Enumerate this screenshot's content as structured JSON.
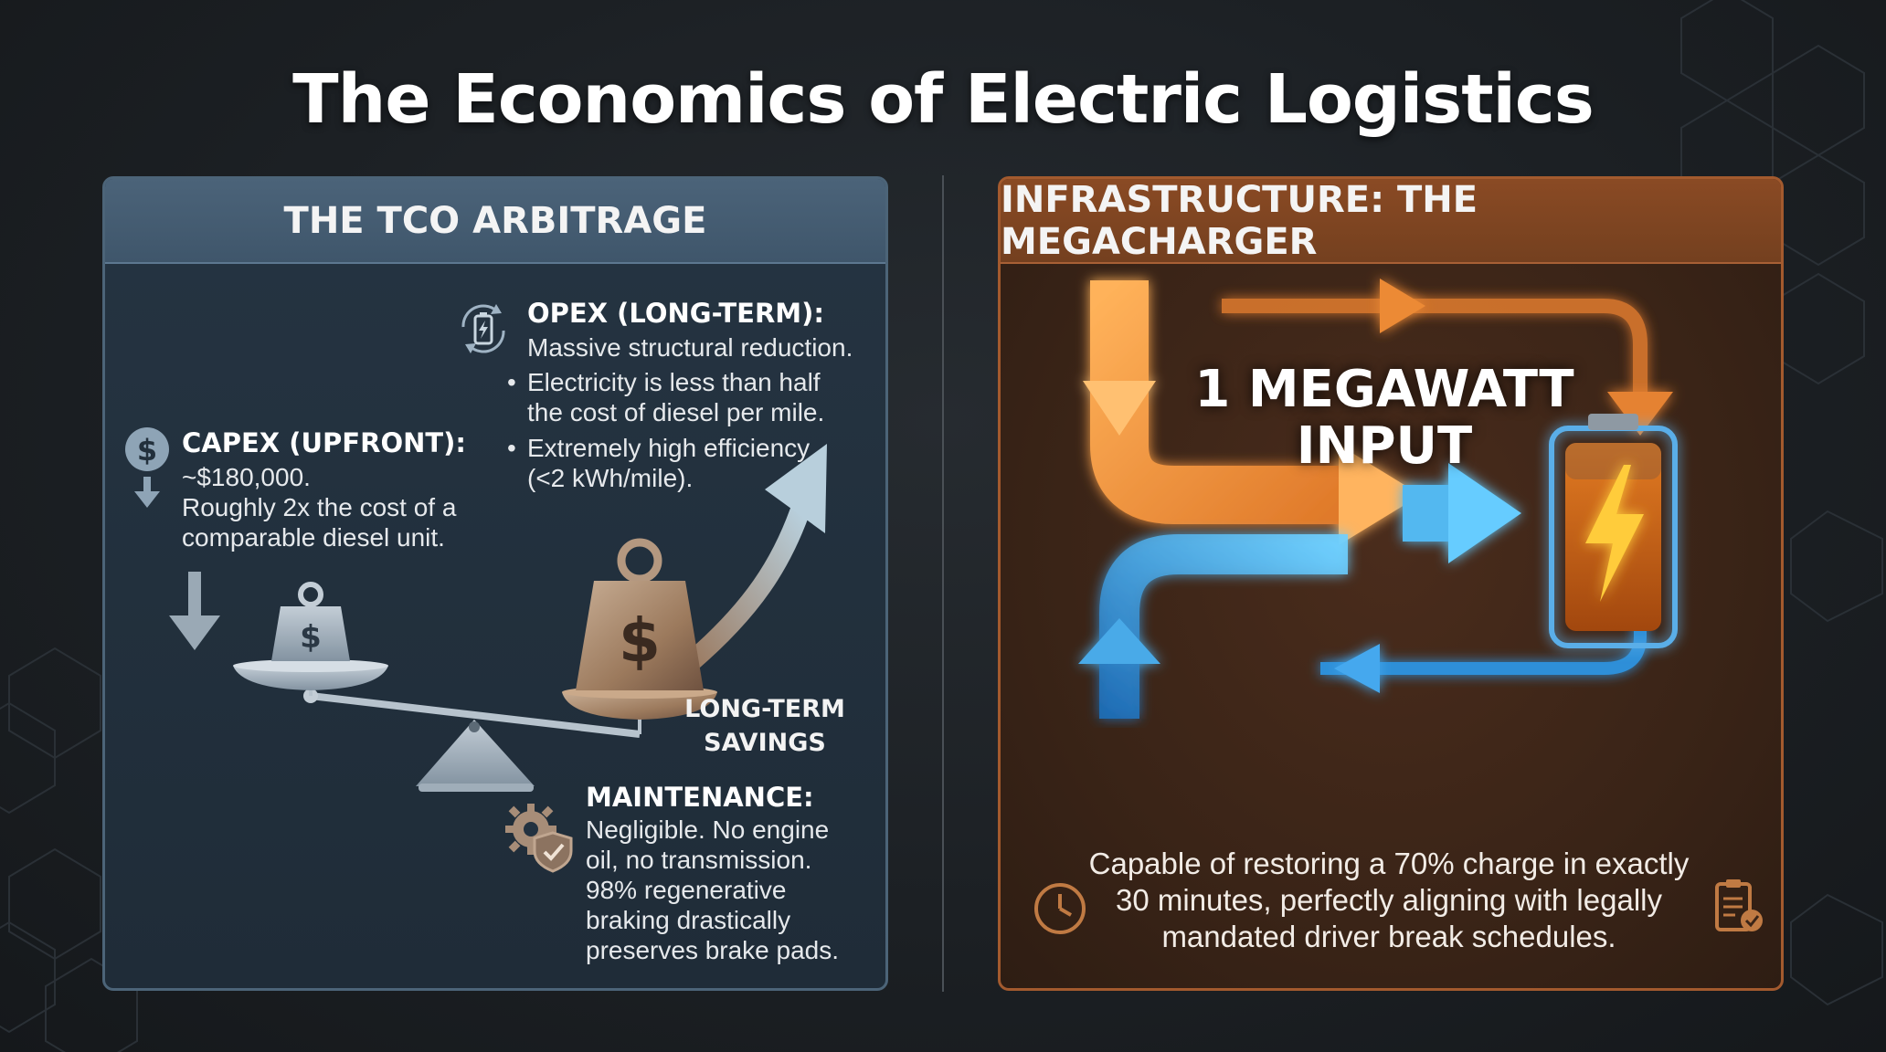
{
  "title": "The Economics of Electric Logistics",
  "left_panel": {
    "header": "THE TCO ARBITRAGE",
    "capex": {
      "title": "CAPEX (UPFRONT):",
      "lines": [
        "~$180,000.",
        "Roughly 2x the cost of a",
        "comparable diesel unit."
      ]
    },
    "opex": {
      "title": "OPEX (LONG-TERM):",
      "text": "Massive structural reduction.",
      "bullets": [
        [
          "Electricity is less than half",
          "the cost of diesel per mile."
        ],
        [
          "Extremely high efficiency",
          "(<2 kWh/mile)."
        ]
      ]
    },
    "savings": [
      "LONG-TERM",
      "SAVINGS"
    ],
    "maintenance": {
      "title": "MAINTENANCE:",
      "lines": [
        "Negligible. No engine",
        "oil, no transmission.",
        "98% regenerative",
        "braking drastically",
        "preserves brake pads."
      ]
    },
    "weight_symbol": "$",
    "icons": [
      "dollar-coin-icon",
      "down-arrow-icon",
      "battery-cycle-icon",
      "weight-icon",
      "seesaw-scale-icon",
      "upward-trend-arrow-icon",
      "gear-shield-icon"
    ]
  },
  "right_panel": {
    "header": "INFRASTRUCTURE: THE MEGACHARGER",
    "input_label": [
      "1 MEGAWATT",
      "INPUT"
    ],
    "caption": [
      "Capable of restoring a 70% charge in exactly",
      "30 minutes, perfectly aligning with legally",
      "mandated driver break schedules."
    ],
    "icons": [
      "clock-icon",
      "clipboard-check-icon",
      "battery-bolt-icon",
      "energy-flow-arrows-icon"
    ]
  },
  "colors": {
    "background": "#1c2024",
    "left_accent": "#4b6379",
    "right_accent": "#8a4a24",
    "orange_flow": "#f29a3c",
    "blue_flow": "#3fa6f0"
  }
}
